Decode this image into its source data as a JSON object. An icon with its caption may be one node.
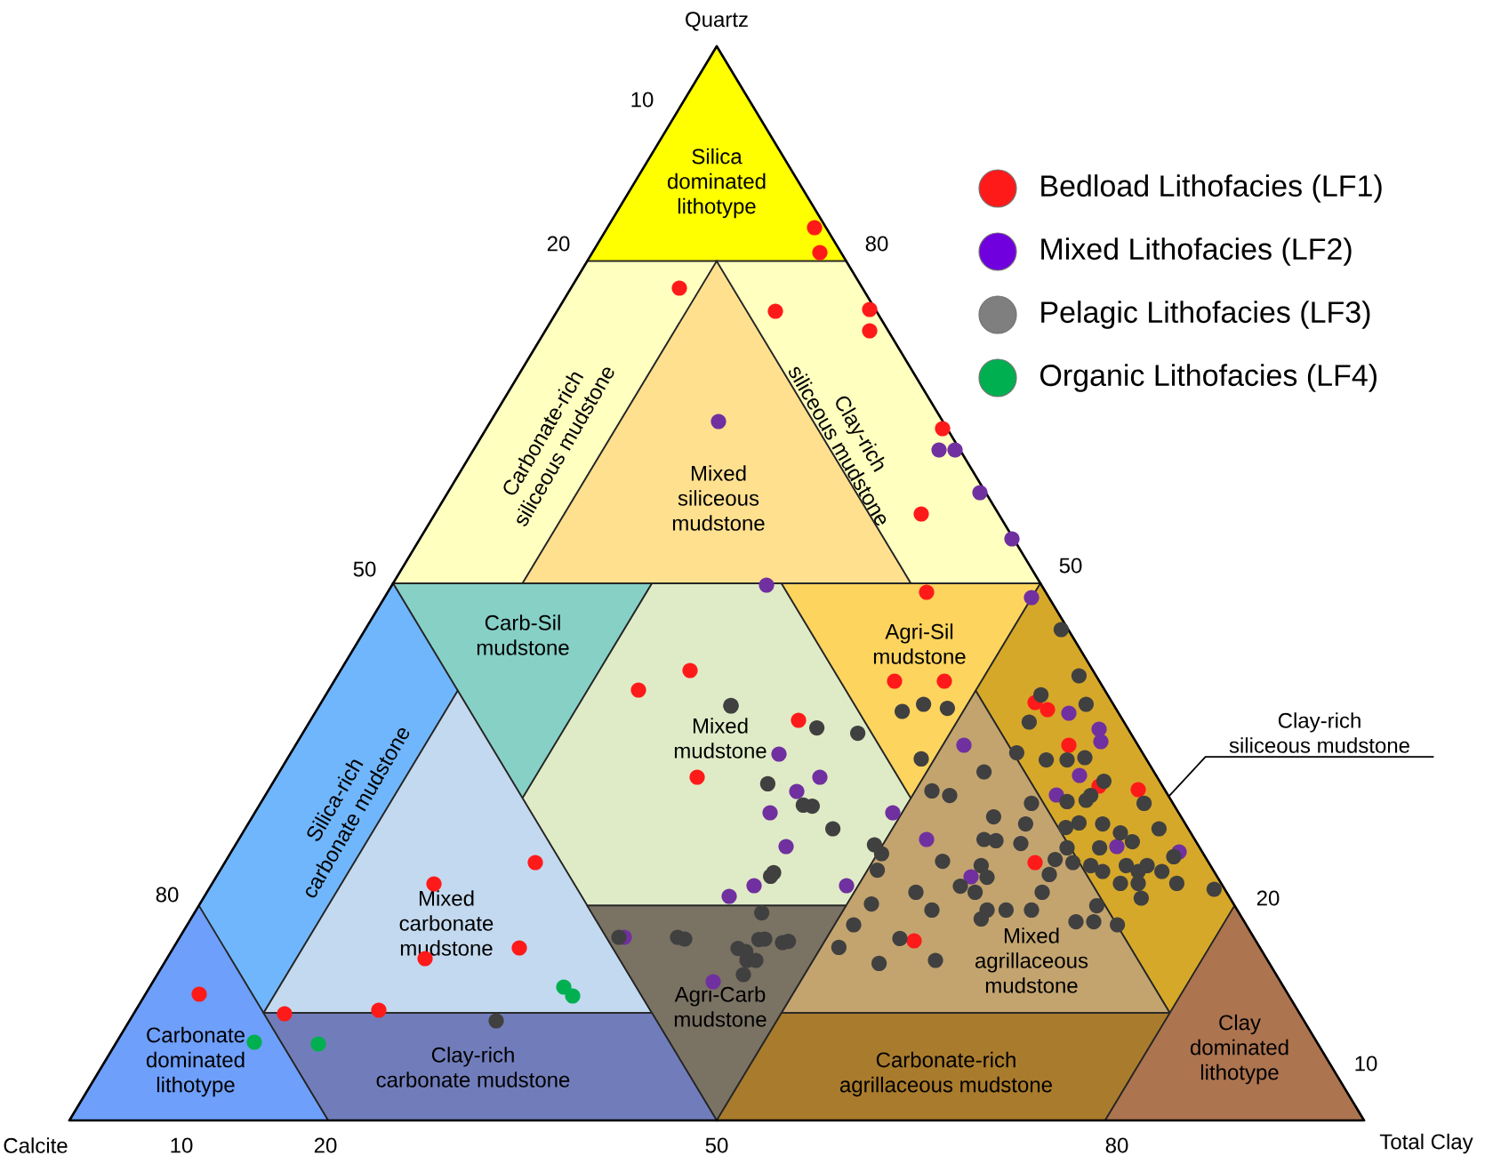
{
  "diagram": {
    "nodes": [
      {
        "text": [
          "Silica dominated lithotype"
        ]
      },
      {
        "text": [
          "Carbonate-rich siliceous mudstone"
        ]
      },
      {
        "text": [
          "Mixed siliceous mudstone"
        ]
      },
      {
        "text": [
          "Clay-rich siliceous mudstone"
        ]
      },
      {
        "text": [
          "Carb-Sil mudstone"
        ]
      },
      {
        "text": [
          "Mixed mudstone"
        ]
      },
      {
        "text": [
          "Agri-Sil mudstone"
        ]
      },
      {
        "text": [
          "Clay-rich siliceous mudstone"
        ]
      },
      {
        "text": [],
        "shape": "band"
      },
      {
        "text": [
          "Silica-rich carbonate mudstone"
        ]
      },
      {
        "text": [
          "Mixed carbonate mudstone"
        ]
      },
      {
        "text": [
          "Agri-Carb mudstone"
        ]
      },
      {
        "text": [
          "Mixed agrillaceous mudstone"
        ]
      },
      {
        "text": [
          "Carbonate dominated lithotype"
        ]
      },
      {
        "text": [
          "Clay-rich carbonate mudstone"
        ]
      },
      {
        "text": [
          "Carbonate-rich agrillaceous mudstone"
        ]
      },
      {
        "text": [
          "Clay dominated lithotype"
        ]
      }
    ],
    "edges": [
      {
        "from": 7,
        "to": 8,
        "arrow": "none"
      }
    ],
    "labels": [
      "Quartz",
      "10",
      "20",
      "80",
      "50",
      "50",
      "80",
      "20",
      "10",
      "Calcite",
      "10",
      "20",
      "50",
      "80",
      "Total Clay"
    ],
    "legend": [
      {
        "text": "Bedload Lithofacies (LF1)",
        "color": "#ff1a1a"
      },
      {
        "text": "Mixed Lithofacies (LF2)",
        "color": "#7000dd"
      },
      {
        "text": "Pelagic Lithofacies (LF3)",
        "color": "#7f7f7f"
      },
      {
        "text": "Organic Lithofacies (LF4)",
        "color": "#00b050"
      }
    ]
  }
}
